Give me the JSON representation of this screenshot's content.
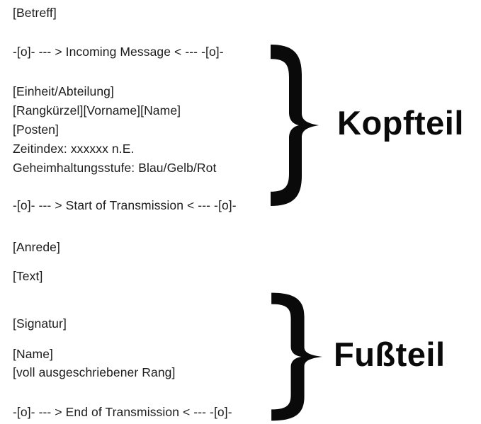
{
  "page": {
    "background_color": "#ffffff",
    "text_color": "#1c1c1c",
    "brace_color": "#0a0a0a"
  },
  "document": {
    "lines": [
      {
        "text": "[Betreff]"
      },
      {
        "text": "-[o]- --- > Incoming Message < --- -[o]-"
      },
      {
        "text": "[Einheit/Abteilung]"
      },
      {
        "text": "[Rangkürzel][Vorname][Name]"
      },
      {
        "text": "[Posten]"
      },
      {
        "text": "Zeitindex: xxxxxx n.E."
      },
      {
        "text": "Geheimhaltungsstufe: Blau/Gelb/Rot"
      },
      {
        "text": "-[o]- --- > Start of Transmission < --- -[o]-"
      },
      {
        "text": "[Anrede]"
      },
      {
        "text": "[Text]"
      },
      {
        "text": "[Signatur]"
      },
      {
        "text": "[Name]"
      },
      {
        "text": "[voll ausgeschriebener Rang]"
      },
      {
        "text": "-[o]- --- > End of Transmission < --- -[o]-"
      }
    ]
  },
  "annotations": {
    "kopfteil": {
      "label": "Kopfteil"
    },
    "fussteil": {
      "label": "Fußteil"
    }
  }
}
